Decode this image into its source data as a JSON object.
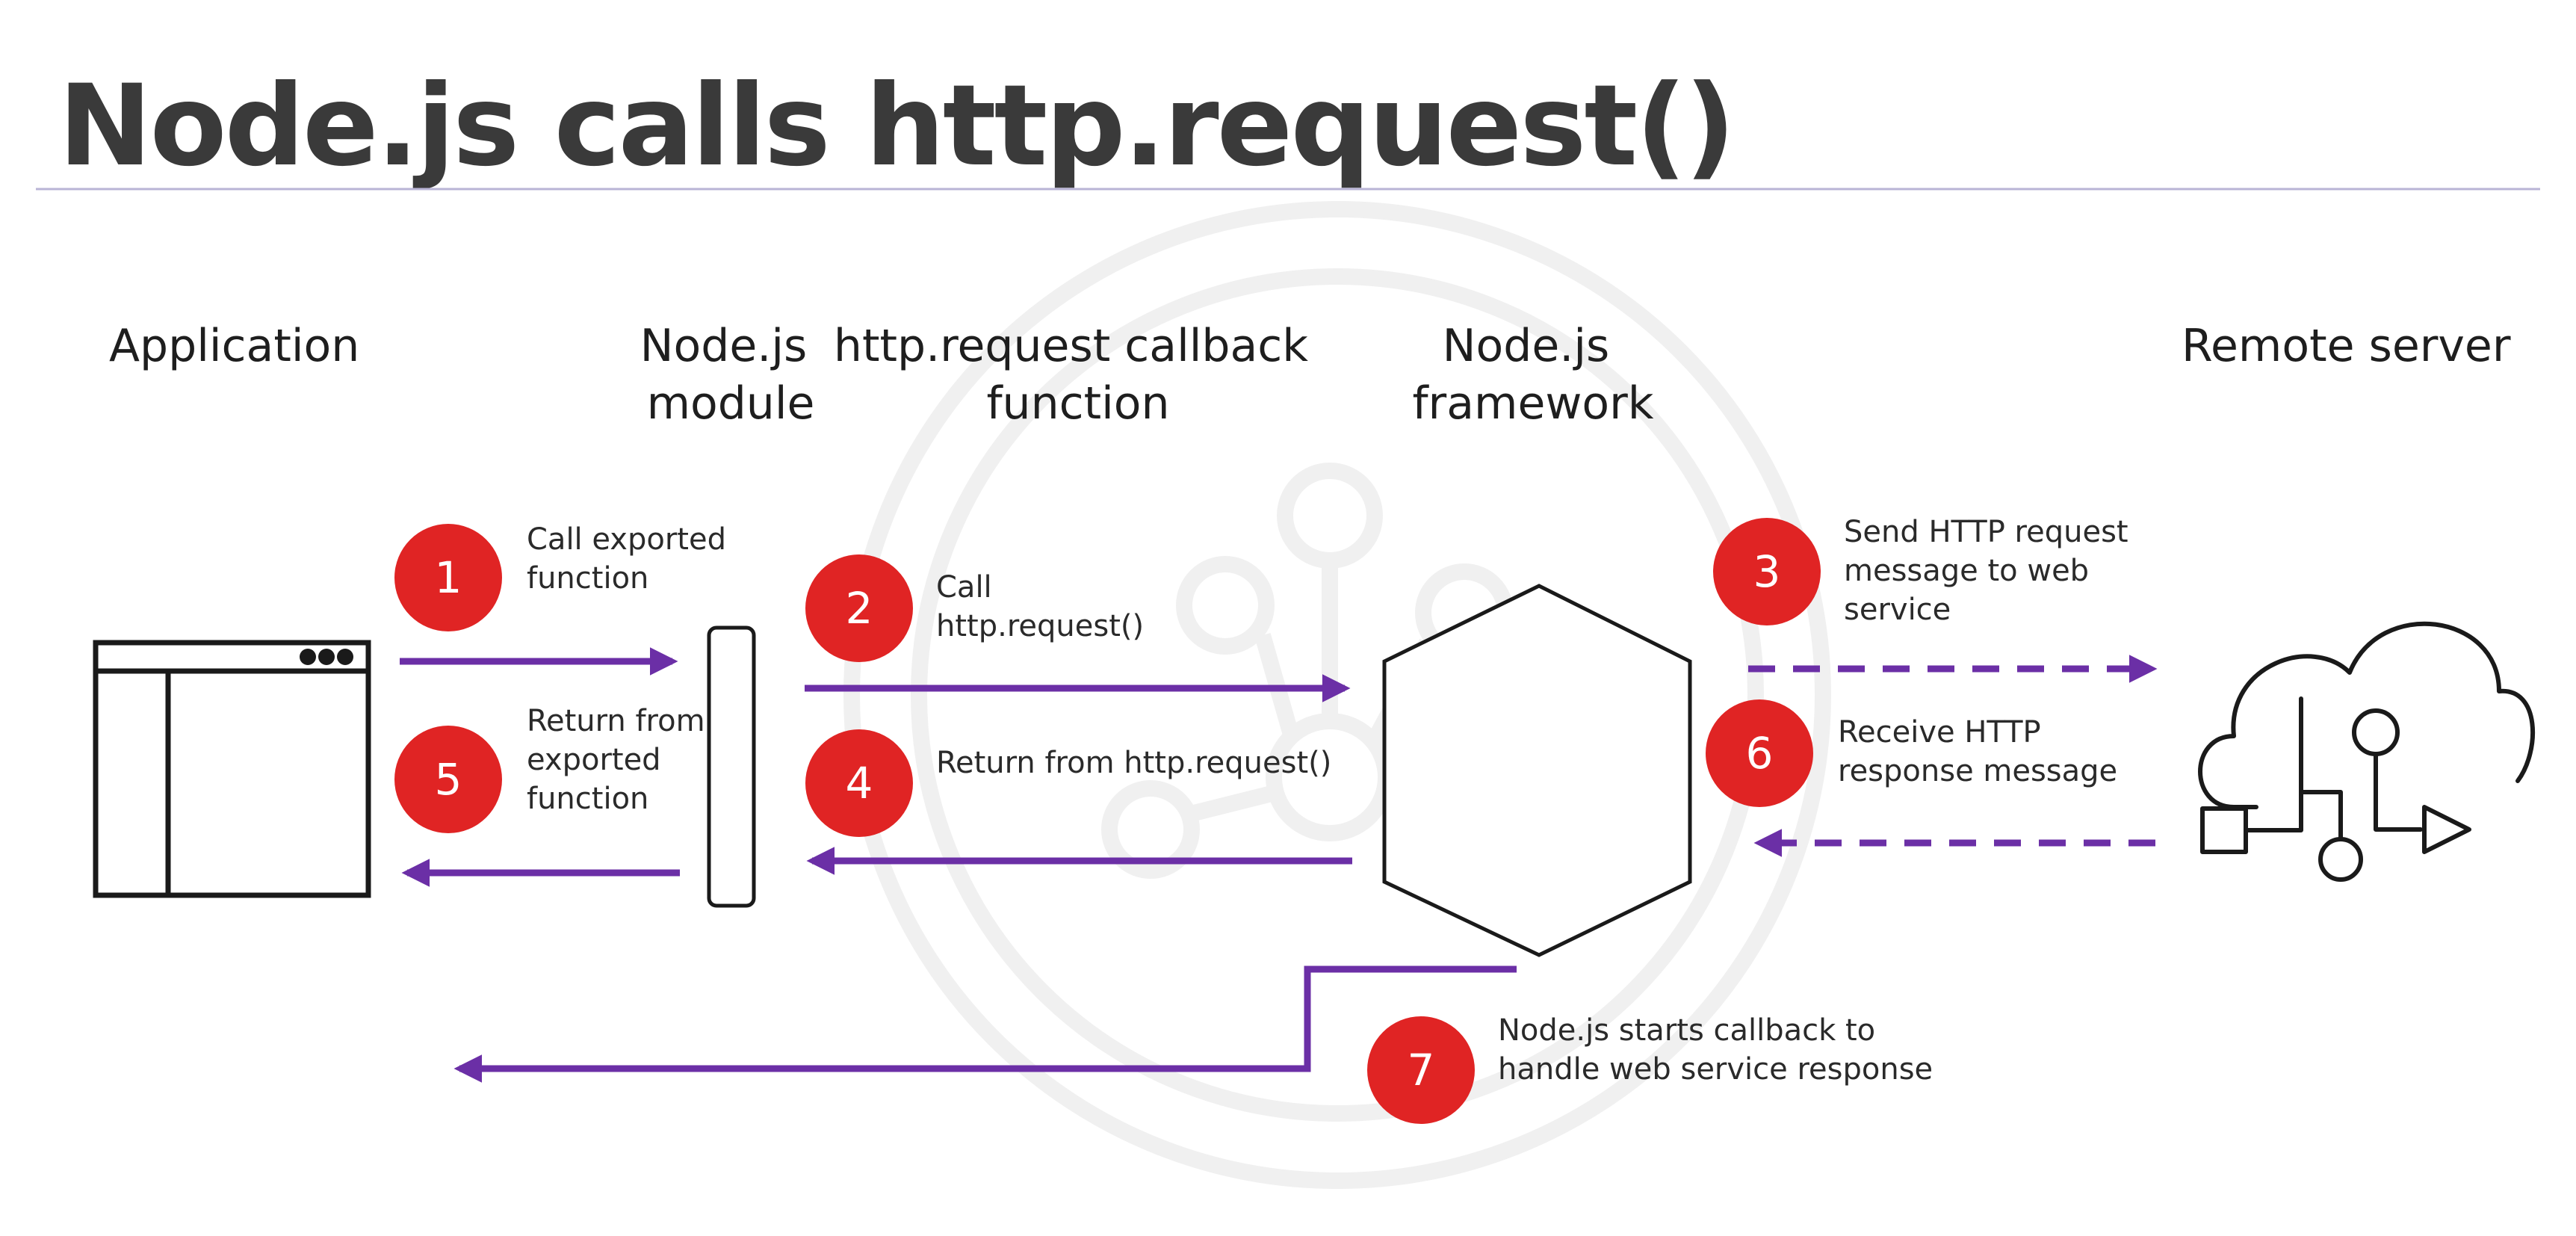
{
  "title": "Node.js calls http.request()",
  "columns": {
    "application": "Application",
    "module": [
      "Node.js",
      "module"
    ],
    "callback": [
      "http.request callback",
      "function"
    ],
    "framework": [
      "Node.js",
      "framework"
    ],
    "remote": "Remote server"
  },
  "steps": [
    {
      "n": "1",
      "lines": [
        "Call exported",
        "function"
      ]
    },
    {
      "n": "2",
      "lines": [
        "Call",
        "http.request()"
      ]
    },
    {
      "n": "3",
      "lines": [
        "Send HTTP request",
        "message to web",
        "service"
      ]
    },
    {
      "n": "4",
      "lines": [
        "Return from http.request()"
      ]
    },
    {
      "n": "5",
      "lines": [
        "Return from",
        "exported",
        "function"
      ]
    },
    {
      "n": "6",
      "lines": [
        "Receive HTTP",
        "response message"
      ]
    },
    {
      "n": "7",
      "lines": [
        "Node.js starts callback to",
        "handle web service response"
      ]
    }
  ],
  "colors": {
    "accent": "#6b2fa6",
    "badge": "#e02424",
    "rule": "#b9b4d6"
  },
  "icons": [
    "application-window-icon",
    "module-bar-icon",
    "hexagon-framework-icon",
    "cloud-server-icon"
  ]
}
